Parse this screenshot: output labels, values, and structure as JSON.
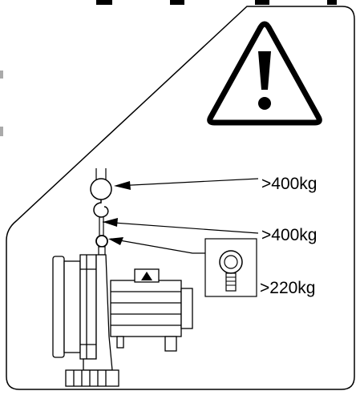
{
  "diagram": {
    "warning_symbol": "warning-triangle-icon",
    "labels": [
      {
        "id": "crane-hook",
        "text": ">400kg"
      },
      {
        "id": "shackle-chain",
        "text": ">400kg"
      },
      {
        "id": "eyebolt",
        "text": ">220kg"
      }
    ],
    "eyebolt_inset_icon": "eyebolt-icon"
  }
}
